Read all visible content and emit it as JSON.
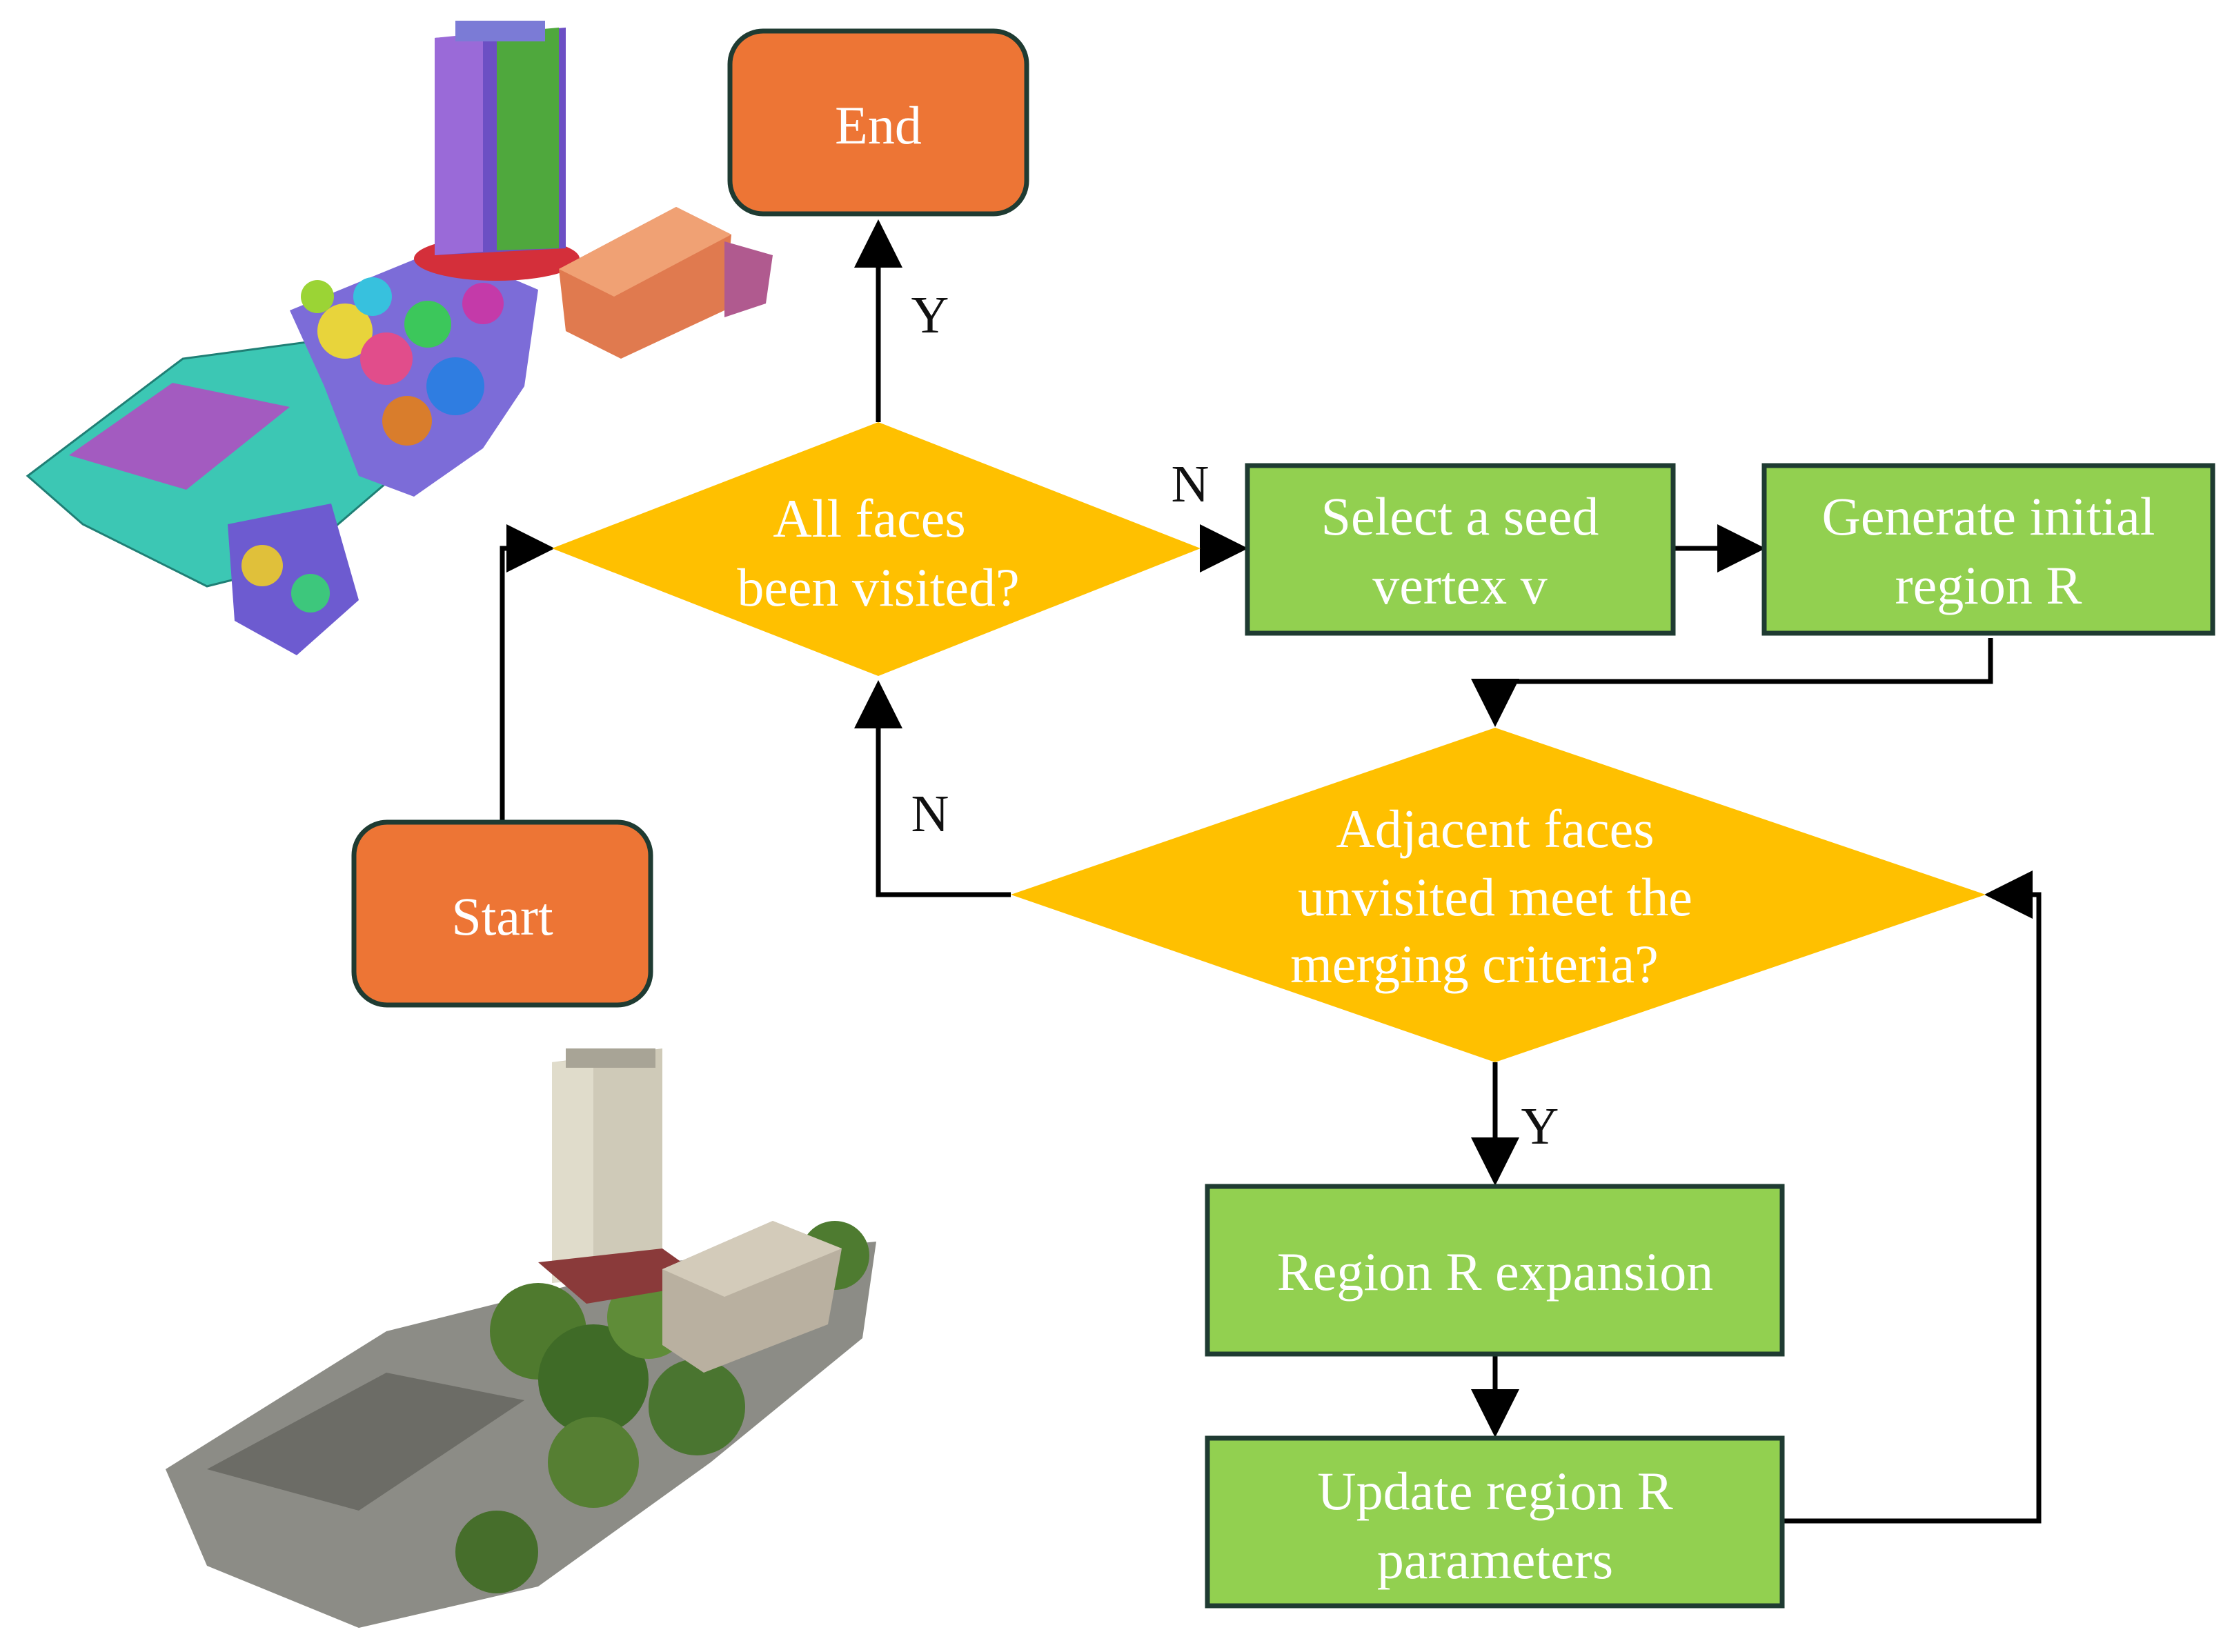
{
  "colors": {
    "terminal_fill": "#ED7535",
    "decision_fill": "#FFC000",
    "process_fill": "#92D050",
    "node_border": "#1f3b32",
    "line": "#000000",
    "text_on_node": "#ffffff"
  },
  "nodes": {
    "start": {
      "label": "Start"
    },
    "end": {
      "label": "End"
    },
    "all_faces": {
      "line1": "All faces",
      "line2": "been visited?"
    },
    "select_seed": {
      "line1": "Select a seed",
      "line2": "vertex v"
    },
    "generate_region": {
      "line1": "Generate initial",
      "line2": "region R"
    },
    "adjacent_faces": {
      "line1": "Adjacent faces",
      "line2": "unvisited meet the",
      "line3": "merging criteria?"
    },
    "region_expansion": {
      "label": "Region R expansion"
    },
    "update_region": {
      "line1": "Update region R",
      "line2": "parameters"
    }
  },
  "edge_labels": {
    "all_faces_yes": "Y",
    "all_faces_no": "N",
    "adjacent_no": "N",
    "adjacent_yes": "Y"
  },
  "images": {
    "segmented_mesh": {
      "icon": "segmented-mesh-model"
    },
    "textured_mesh": {
      "icon": "textured-building-model"
    }
  }
}
